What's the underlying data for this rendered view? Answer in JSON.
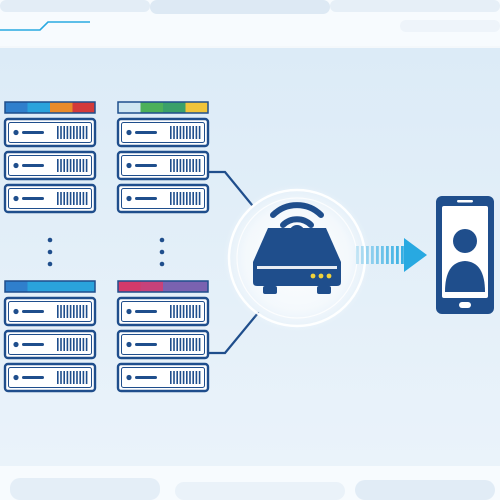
{
  "colors": {
    "primary": "#1f4e8c",
    "primary_dark": "#173f74",
    "panel_bg": "#e6f1fa",
    "page_bg": "#f4f8fb",
    "accent_cyan": "#28a9e1",
    "connector": "#1f4e8c",
    "halo": "#ffffff",
    "led_yellow": "#f2d33c"
  },
  "rack_groups": [
    {
      "id": "top-left",
      "header_colors": [
        "#2f7fcc",
        "#2aa3dc",
        "#e98b2a",
        "#d33a3a"
      ]
    },
    {
      "id": "top-right",
      "header_colors": [
        "#cfe6f2",
        "#4cb05a",
        "#3aa06a",
        "#f0c43a"
      ]
    },
    {
      "id": "bottom-left",
      "header_colors": [
        "#2f7fcc",
        "#2aa3dc",
        "#2aa3dc",
        "#2aa3dc"
      ]
    },
    {
      "id": "bottom-right",
      "header_colors": [
        "#d33a6a",
        "#c7427a",
        "#7a62b0",
        "#7a62b0"
      ]
    }
  ],
  "icons": {
    "router": "wireless-router-icon",
    "user_device": "smartphone-user-icon",
    "flow_arrow": "arrow-right-icon"
  }
}
